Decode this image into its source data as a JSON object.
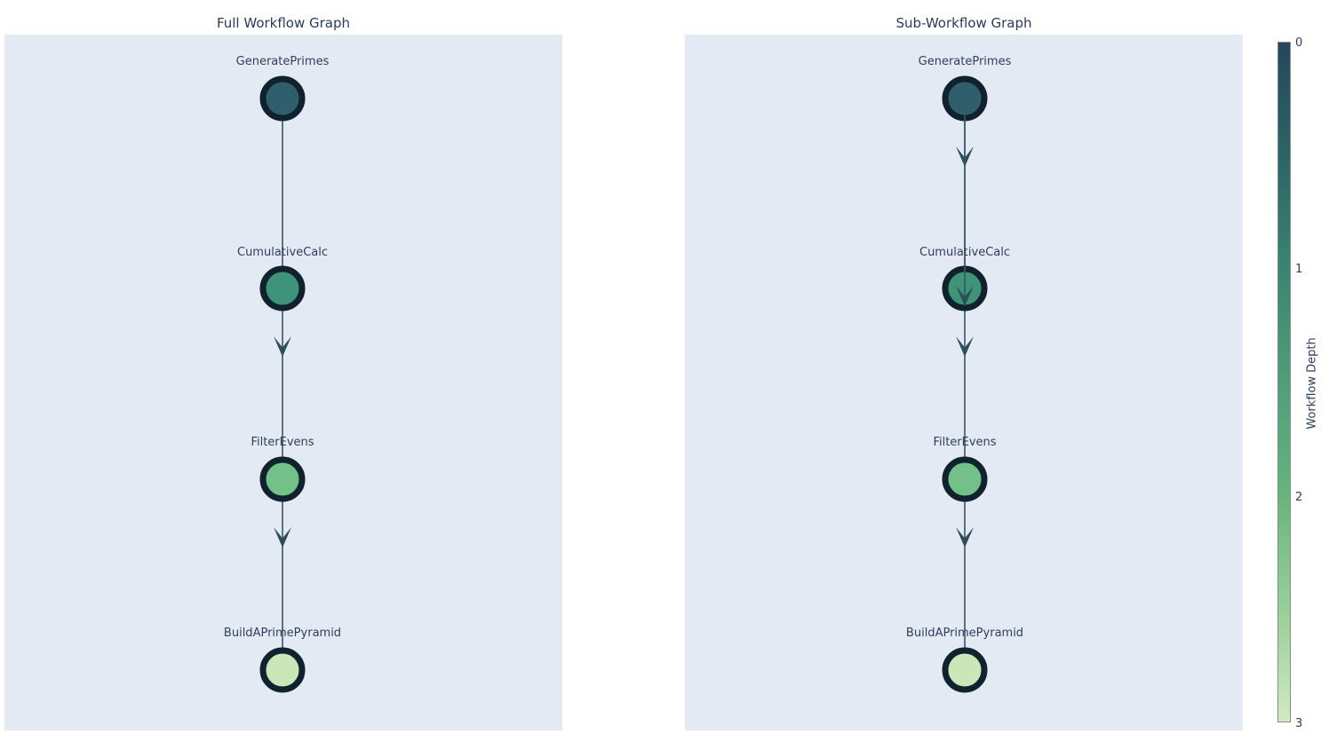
{
  "figure": {
    "background": "#ffffff",
    "panel_background": "#e4eaf4",
    "text_color": "#2e4059",
    "edge_color": "#3a5765",
    "node_border_color": "#0f222e"
  },
  "panels": [
    {
      "title": "Full Workflow Graph",
      "nodes": [
        {
          "label": "GeneratePrimes",
          "depth": 0,
          "color": "#2f5e6d"
        },
        {
          "label": "CumulativeCalc",
          "depth": 1,
          "color": "#3f9379"
        },
        {
          "label": "FilterEvens",
          "depth": 2,
          "color": "#73c189"
        },
        {
          "label": "BuildAPrimePyramid",
          "depth": 3,
          "color": "#cae7ba"
        }
      ],
      "edges": [
        {
          "from": "GeneratePrimes",
          "to": "CumulativeCalc",
          "arrowhead": false
        },
        {
          "from": "CumulativeCalc",
          "to": "FilterEvens",
          "arrowhead": true
        },
        {
          "from": "FilterEvens",
          "to": "BuildAPrimePyramid",
          "arrowhead": true
        }
      ]
    },
    {
      "title": "Sub-Workflow Graph",
      "nodes": [
        {
          "label": "GeneratePrimes",
          "depth": 0,
          "color": "#2f5e6d"
        },
        {
          "label": "CumulativeCalc",
          "depth": 1,
          "color": "#3f9379"
        },
        {
          "label": "FilterEvens",
          "depth": 2,
          "color": "#73c189"
        },
        {
          "label": "BuildAPrimePyramid",
          "depth": 3,
          "color": "#cae7ba"
        }
      ],
      "edges": [
        {
          "from": "GeneratePrimes",
          "to": "CumulativeCalc",
          "arrowhead": true,
          "highlighted_to_node_center": true
        },
        {
          "from": "CumulativeCalc",
          "to": "FilterEvens",
          "arrowhead": true
        },
        {
          "from": "FilterEvens",
          "to": "BuildAPrimePyramid",
          "arrowhead": true
        }
      ]
    }
  ],
  "colorbar": {
    "label": "Workflow Depth",
    "min": 0,
    "max": 3,
    "tick_labels": [
      "0",
      "1",
      "2",
      "3"
    ],
    "gradient_colors": [
      "#23485a",
      "#3a8471",
      "#66b37d",
      "#d1eac0"
    ],
    "gradient_css": "background: linear-gradient(180deg, #23485a 0%, #2e6a67 20%, #3a8471 33%, #4f9e79 50%, #66b37d 66%, #9cd19b 85%, #d1eac0 100%)"
  }
}
